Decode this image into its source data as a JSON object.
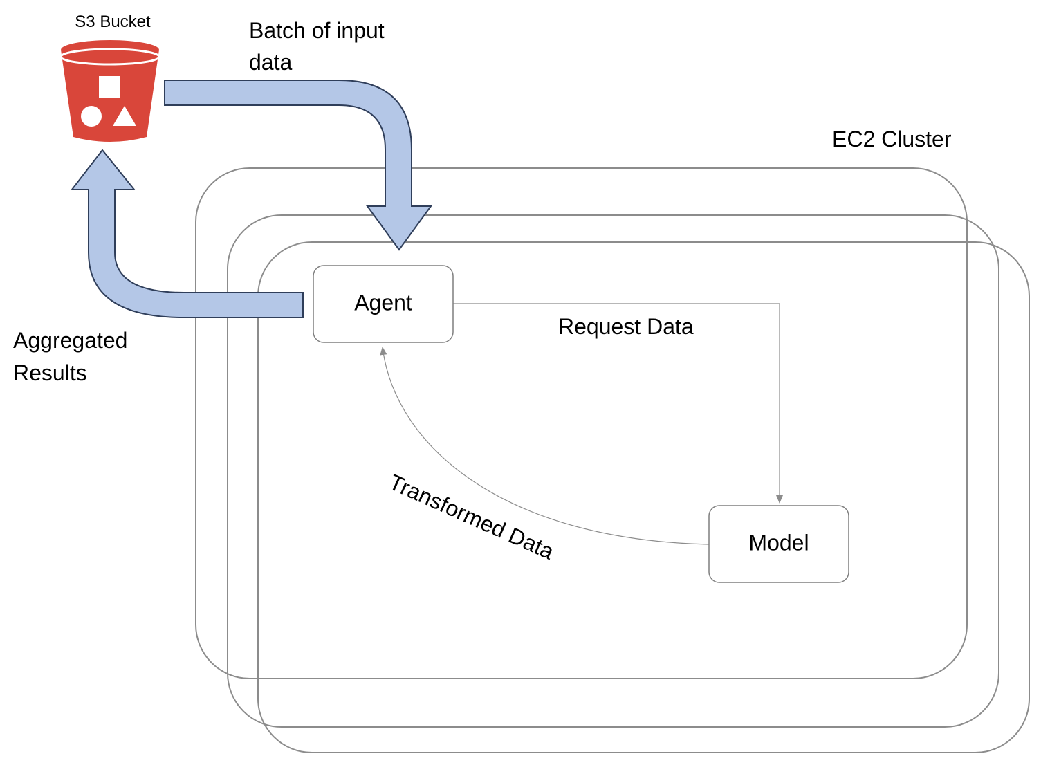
{
  "bucket": {
    "label": "S3 Bucket",
    "icon": "s3-bucket-icon",
    "color": "#d9463a"
  },
  "cluster": {
    "label": "EC2 Cluster"
  },
  "nodes": {
    "agent": "Agent",
    "model": "Model"
  },
  "flows": {
    "input_batch": [
      "Batch of input",
      "data"
    ],
    "aggregated": [
      "Aggregated",
      "Results"
    ],
    "request": "Request Data",
    "transformed": "Transformed Data"
  },
  "colors": {
    "arrow_fill": "#b4c7e7",
    "arrow_stroke": "#2f3e5a",
    "outline": "#8c8c8c"
  }
}
